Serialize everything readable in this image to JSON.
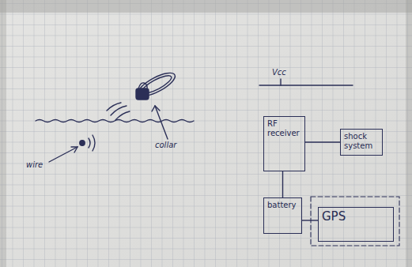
{
  "diagram": {
    "nodes": [
      {
        "text": [
          "RF receiver"
        ]
      },
      {
        "text": [
          "shock system"
        ]
      },
      {
        "text": [
          "battery"
        ]
      },
      {
        "text": [
          "GPS"
        ]
      }
    ],
    "edges": [
      {
        "from": 0,
        "to": 1,
        "arrow": "none"
      },
      {
        "from": 0,
        "to": 2,
        "arrow": "none"
      },
      {
        "from": 2,
        "to": 3,
        "arrow": "none"
      }
    ],
    "labels": [
      "wire",
      "collar",
      "Vcc"
    ]
  }
}
